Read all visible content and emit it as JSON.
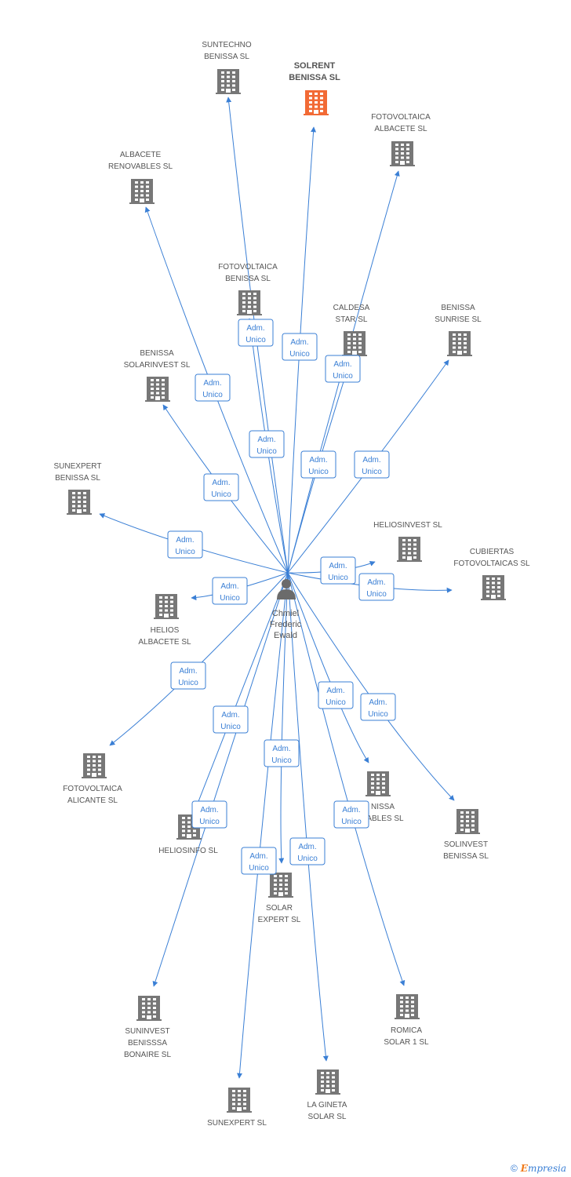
{
  "colors": {
    "edge": "#3a7fd5",
    "building": "#777777",
    "focus_building": "#f26a35",
    "person": "#6b6b6b"
  },
  "person": {
    "lines": [
      "Chmiel",
      "Frederic",
      "Ewald"
    ],
    "icon": "person-icon"
  },
  "relation_label_lines": [
    "Adm.",
    "Unico"
  ],
  "companies": [
    {
      "id": "suntechno-benissa",
      "lines": [
        "SUNTECHNO",
        "BENISSA SL"
      ],
      "focus": false
    },
    {
      "id": "solrent-benissa",
      "lines": [
        "SOLRENT",
        "BENISSA SL"
      ],
      "focus": true
    },
    {
      "id": "fotovoltaica-albacete",
      "lines": [
        "FOTOVOLTAICA",
        "ALBACETE SL"
      ],
      "focus": false
    },
    {
      "id": "albacete-renovables",
      "lines": [
        "ALBACETE",
        "RENOVABLES SL"
      ],
      "focus": false
    },
    {
      "id": "fotovoltaica-benissa",
      "lines": [
        "FOTOVOLTAICA",
        "BENISSA SL"
      ],
      "focus": false
    },
    {
      "id": "caldesa-star",
      "lines": [
        "CALDESA",
        "STAR SL"
      ],
      "focus": false
    },
    {
      "id": "benissa-sunrise",
      "lines": [
        "BENISSA",
        "SUNRISE SL"
      ],
      "focus": false
    },
    {
      "id": "benissa-solarinvest",
      "lines": [
        "BENISSA",
        "SOLARINVEST SL"
      ],
      "focus": false
    },
    {
      "id": "sunexpert-benissa",
      "lines": [
        "SUNEXPERT",
        "BENISSA SL"
      ],
      "focus": false
    },
    {
      "id": "heliosinvest",
      "lines": [
        "HELIOSINVEST SL"
      ],
      "focus": false
    },
    {
      "id": "cubiertas-fotovoltaicas",
      "lines": [
        "CUBIERTAS",
        "FOTOVOLTAICAS SL"
      ],
      "focus": false
    },
    {
      "id": "helios-albacete",
      "lines": [
        "HELIOS",
        "ALBACETE SL"
      ],
      "focus": false
    },
    {
      "id": "fotovoltaica-alicante",
      "lines": [
        "FOTOVOLTAICA",
        "ALICANTE SL"
      ],
      "focus": false
    },
    {
      "id": "benissa-renovables",
      "lines": [
        "NISSA",
        "VABLES SL"
      ],
      "focus": false
    },
    {
      "id": "solinvest-benissa",
      "lines": [
        "SOLINVEST",
        "BENISSA SL"
      ],
      "focus": false
    },
    {
      "id": "heliosinfo",
      "lines": [
        "HELIOSINFO SL"
      ],
      "focus": false
    },
    {
      "id": "solar-expert",
      "lines": [
        "SOLAR",
        "EXPERT SL"
      ],
      "focus": false
    },
    {
      "id": "suninvest-benisssa-bonaire",
      "lines": [
        "SUNINVEST",
        "BENISSSA",
        "BONAIRE SL"
      ],
      "focus": false
    },
    {
      "id": "romica-solar-1",
      "lines": [
        "ROMICA",
        "SOLAR 1 SL"
      ],
      "focus": false
    },
    {
      "id": "sunexpert",
      "lines": [
        "SUNEXPERT SL"
      ],
      "focus": false
    },
    {
      "id": "la-gineta-solar",
      "lines": [
        "LA GINETA",
        "SOLAR SL"
      ],
      "focus": false
    }
  ],
  "relations": [
    {
      "to": "suntechno-benissa",
      "label": "Adm. Unico"
    },
    {
      "to": "solrent-benissa",
      "label": "Adm. Unico"
    },
    {
      "to": "fotovoltaica-albacete",
      "label": "Adm. Unico"
    },
    {
      "to": "albacete-renovables",
      "label": "Adm. Unico"
    },
    {
      "to": "fotovoltaica-benissa",
      "label": "Adm. Unico"
    },
    {
      "to": "caldesa-star",
      "label": "Adm. Unico"
    },
    {
      "to": "benissa-sunrise",
      "label": "Adm. Unico"
    },
    {
      "to": "benissa-solarinvest",
      "label": "Adm. Unico"
    },
    {
      "to": "sunexpert-benissa",
      "label": "Adm. Unico"
    },
    {
      "to": "heliosinvest",
      "label": "Adm. Unico"
    },
    {
      "to": "cubiertas-fotovoltaicas",
      "label": "Adm. Unico"
    },
    {
      "to": "helios-albacete",
      "label": "Adm. Unico"
    },
    {
      "to": "fotovoltaica-alicante",
      "label": "Adm. Unico"
    },
    {
      "to": "benissa-renovables",
      "label": "Adm. Unico"
    },
    {
      "to": "solinvest-benissa",
      "label": "Adm. Unico"
    },
    {
      "to": "heliosinfo",
      "label": "Adm. Unico"
    },
    {
      "to": "solar-expert",
      "label": "Adm. Unico"
    },
    {
      "to": "suninvest-benisssa-bonaire",
      "label": "Adm. Unico"
    },
    {
      "to": "romica-solar-1",
      "label": "Adm. Unico"
    },
    {
      "to": "sunexpert",
      "label": "Adm. Unico"
    },
    {
      "to": "la-gineta-solar",
      "label": "Adm. Unico"
    }
  ],
  "footer": {
    "copyright": "©",
    "brand_initial": "E",
    "brand_rest": "mpresia"
  }
}
